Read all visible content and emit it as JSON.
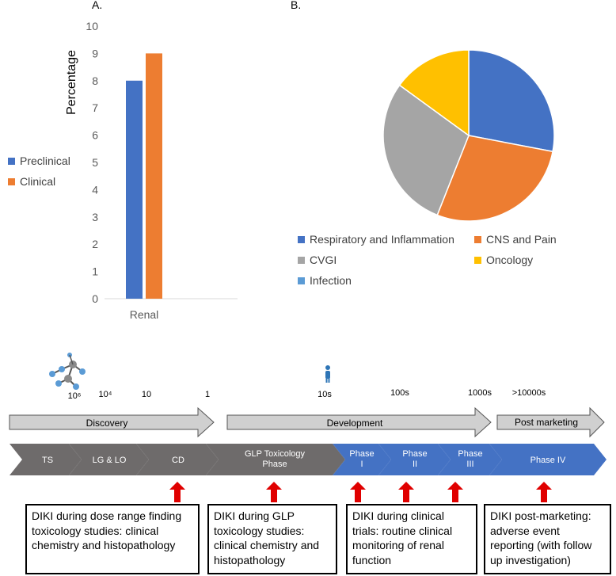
{
  "panel_a_label": "A.",
  "panel_b_label": "B.",
  "chart_data": [
    {
      "type": "bar",
      "categories": [
        "Renal"
      ],
      "series": [
        {
          "name": "Preclinical",
          "values": [
            8
          ],
          "color": "#4472C4"
        },
        {
          "name": "Clinical",
          "values": [
            9
          ],
          "color": "#ED7D31"
        }
      ],
      "title": "",
      "xlabel": "",
      "ylabel": "Percentage",
      "ylim": [
        0,
        10
      ],
      "yticks": [
        "0",
        "1",
        "2",
        "3",
        "4",
        "5",
        "6",
        "7",
        "8",
        "9",
        "10"
      ],
      "grid": false,
      "legend_position": "left"
    },
    {
      "type": "pie",
      "slices": [
        {
          "name": "Respiratory and Inflammation",
          "value": 28,
          "color": "#4472C4"
        },
        {
          "name": "CNS and Pain",
          "value": 28,
          "color": "#ED7D31"
        },
        {
          "name": "CVGI",
          "value": 29,
          "color": "#A5A5A5"
        },
        {
          "name": "Oncology",
          "value": 15,
          "color": "#FFC000"
        },
        {
          "name": "Infection",
          "value": 0,
          "color": "#5B9BD5"
        }
      ],
      "legend_position": "bottom"
    }
  ],
  "timeline": {
    "compound_counts": [
      "10⁶",
      "10⁴",
      "10",
      "1"
    ],
    "subject_counts": [
      "10s",
      "100s",
      "1000s",
      ">10000s"
    ],
    "arrows": [
      "Discovery",
      "Development",
      "Post marketing"
    ],
    "stages": [
      "TS",
      "LG & LO",
      "CD",
      "GLP Toxicology Phase",
      "Phase I",
      "Phase II",
      "Phase III",
      "Phase IV"
    ],
    "colors": {
      "gray_stage": "#6E6B6B",
      "blue_stage": "#4472C4",
      "marker_red": "#E00000",
      "arrow_fill": "#D0D0D0"
    },
    "icons": [
      "molecule-icon",
      "person-icon",
      "up-arrow-icon"
    ],
    "boxes": [
      "DIKI during dose range finding toxicology studies: clinical chemistry and histopathology",
      "DIKI during GLP toxicology studies: clinical chemistry and histopathology",
      "DIKI during clinical trials: routine clinical monitoring of renal function",
      "DIKI post-marketing: adverse event reporting (with follow up investigation)"
    ]
  }
}
